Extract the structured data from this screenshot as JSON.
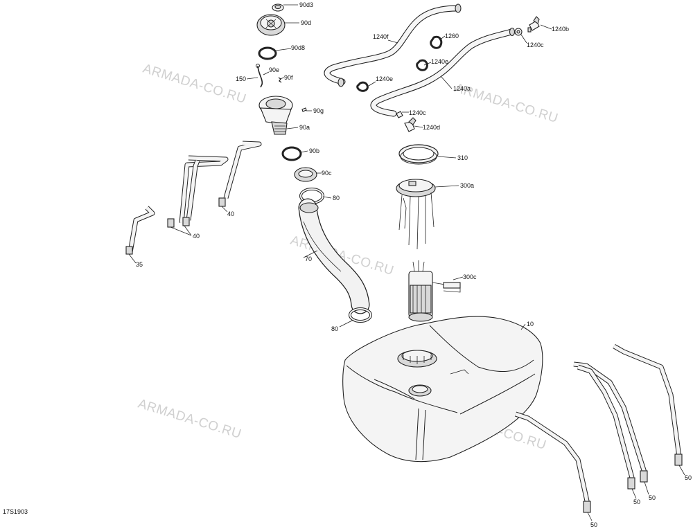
{
  "diagram_code": "17S1903",
  "watermark_text": "ARMADA-CO.RU",
  "colors": {
    "line": "#222222",
    "fill": "#f4f4f4",
    "watermark": "#d0d0d0"
  },
  "callouts": {
    "c_90d3": "90d3",
    "c_90d": "90d",
    "c_90d8": "90d8",
    "c_150": "150",
    "c_90e": "90e",
    "c_90f": "90f",
    "c_90g": "90g",
    "c_90a": "90a",
    "c_90b": "90b",
    "c_90c": "90c",
    "c_80_top": "80",
    "c_70": "70",
    "c_80_bottom": "80",
    "c_40_a": "40",
    "c_40_b": "40",
    "c_35": "35",
    "c_1240f": "1240f",
    "c_1260": "1260",
    "c_1240b": "1240b",
    "c_1240c_top": "1240c",
    "c_1240e_right": "1240e",
    "c_1240e_left": "1240e",
    "c_1240a": "1240a",
    "c_1240c": "1240c",
    "c_1240d": "1240d",
    "c_310": "310",
    "c_300a": "300a",
    "c_300c": "300c",
    "c_10": "10",
    "c_50_a": "50",
    "c_50_b": "50",
    "c_50_c": "50",
    "c_50_d": "50"
  }
}
